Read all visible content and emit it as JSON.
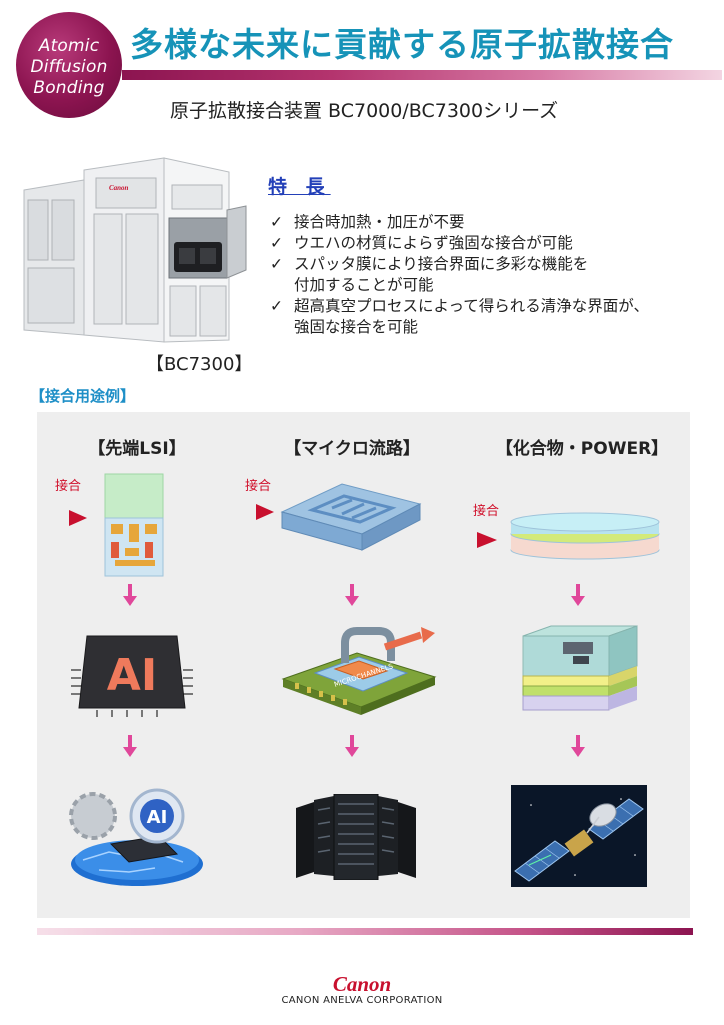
{
  "header": {
    "logo_lines": [
      "Atomic",
      "Diffusion",
      "Bonding"
    ],
    "title": "多様な未来に貢献する原子拡散接合",
    "subtitle": "原子拡散接合装置 BC7000/BC7300シリーズ"
  },
  "machine": {
    "caption": "【BC7300】",
    "brand": "Canon"
  },
  "features": {
    "heading": "特 長",
    "check": "✓",
    "items": [
      [
        "接合時加熱・加圧が不要"
      ],
      [
        "ウエハの材質によらず強固な接合が可能"
      ],
      [
        "スパッタ膜により接合界面に多彩な機能を",
        "付加することが可能"
      ],
      [
        "超高真空プロセスによって得られる清浄な界面が、",
        "強固な接合を可能"
      ]
    ]
  },
  "usage": {
    "heading": "【接合用途例】",
    "bond_label": "接合",
    "columns": [
      {
        "title": "【先端LSI】"
      },
      {
        "title": "【マイクロ流路】"
      },
      {
        "title": "【化合物・POWER】"
      }
    ],
    "ai_text": "AI",
    "chip_label": "MICROCHANNELS"
  },
  "footer": {
    "brand": "Canon",
    "company": "CANON ANELVA CORPORATION"
  },
  "colors": {
    "title": "#1693b8",
    "accent": "#8c1450",
    "arrow": "#e0479a",
    "bond_marker": "#c8102e"
  }
}
